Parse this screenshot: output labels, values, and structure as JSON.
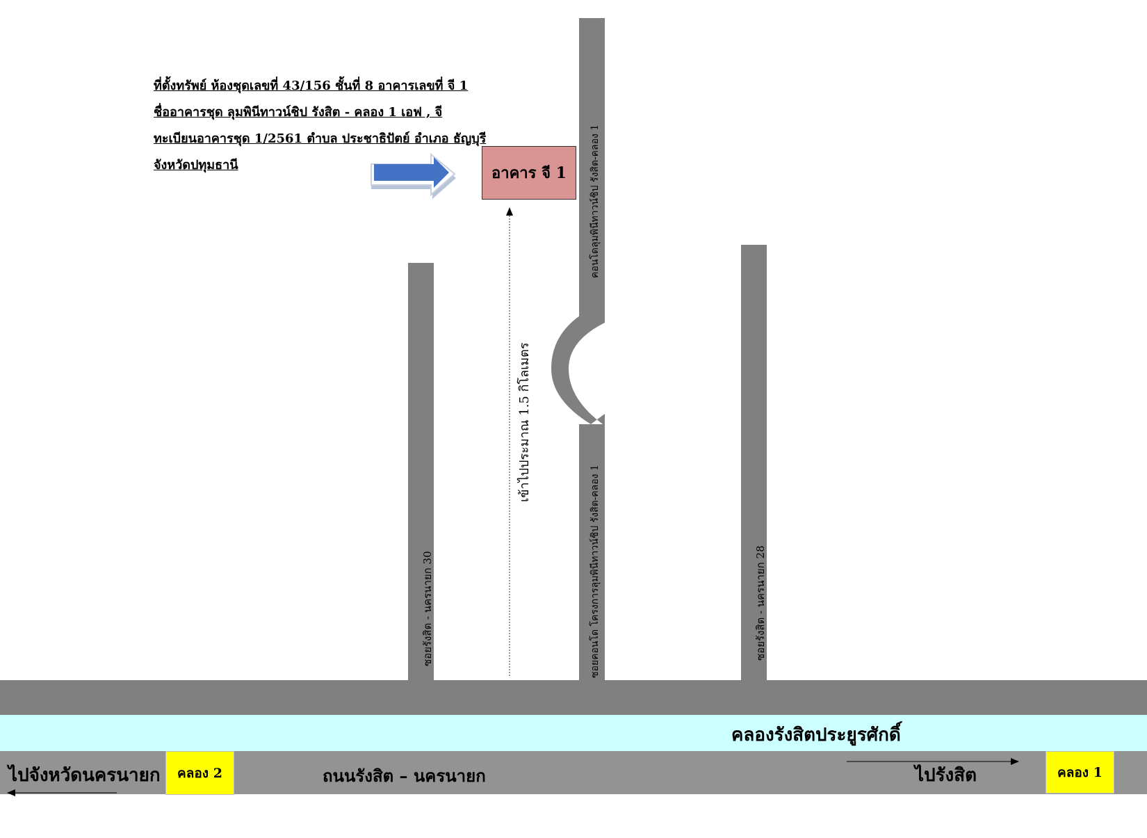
{
  "info": {
    "line1": "ที่ตั้งทรัพย์ ห้องชุดเลขที่ 43/156 ชั้นที่ 8 อาคารเลขที่ จี 1",
    "line2": "ชื่ออาคารชุด ลุมพินีทาวน์ชิป  รังสิต - คลอง 1 เอฟ , จี",
    "line3": "ทะเบียนอาคารชุด 1/2561 ตำบล ประชาธิปัตย์ อำเภอ ธัญบุรี",
    "line4": "จังหวัดปทุมธานี"
  },
  "building": {
    "label": "อาคาร จี 1",
    "color": "#d99594"
  },
  "roads": {
    "soi30": "ซอยรังสิต  - นครนายก 30",
    "soi28": "ซอยรังสิต  - นครนายก 28",
    "condo_upper": "คอนโดลุมพินีทาวน์ชิป รังสิต-คลอง 1",
    "condo_lower": "ซอยคอนโด โครงการลุมพินีทาวน์ชิป รังสิต-คลอง 1",
    "distance": "เข้าไปประมาณ  1.5  กิโลเมตร",
    "canal": "คลองรังสิตประยูรศักดิ์",
    "main_road": "ถนนรังสิต – นครนายก",
    "to_nakhon_nayok": "ไปจังหวัดนครนายก",
    "to_rangsit": "ไปรังสิต"
  },
  "markers": {
    "khlong2": "คลอง 2",
    "khlong1": "คลอง 1",
    "marker_color": "#ffff00"
  },
  "colors": {
    "road": "#808080",
    "lower_road": "#939393",
    "canal": "#ccffff",
    "arrow_fill": "#4472c4"
  }
}
